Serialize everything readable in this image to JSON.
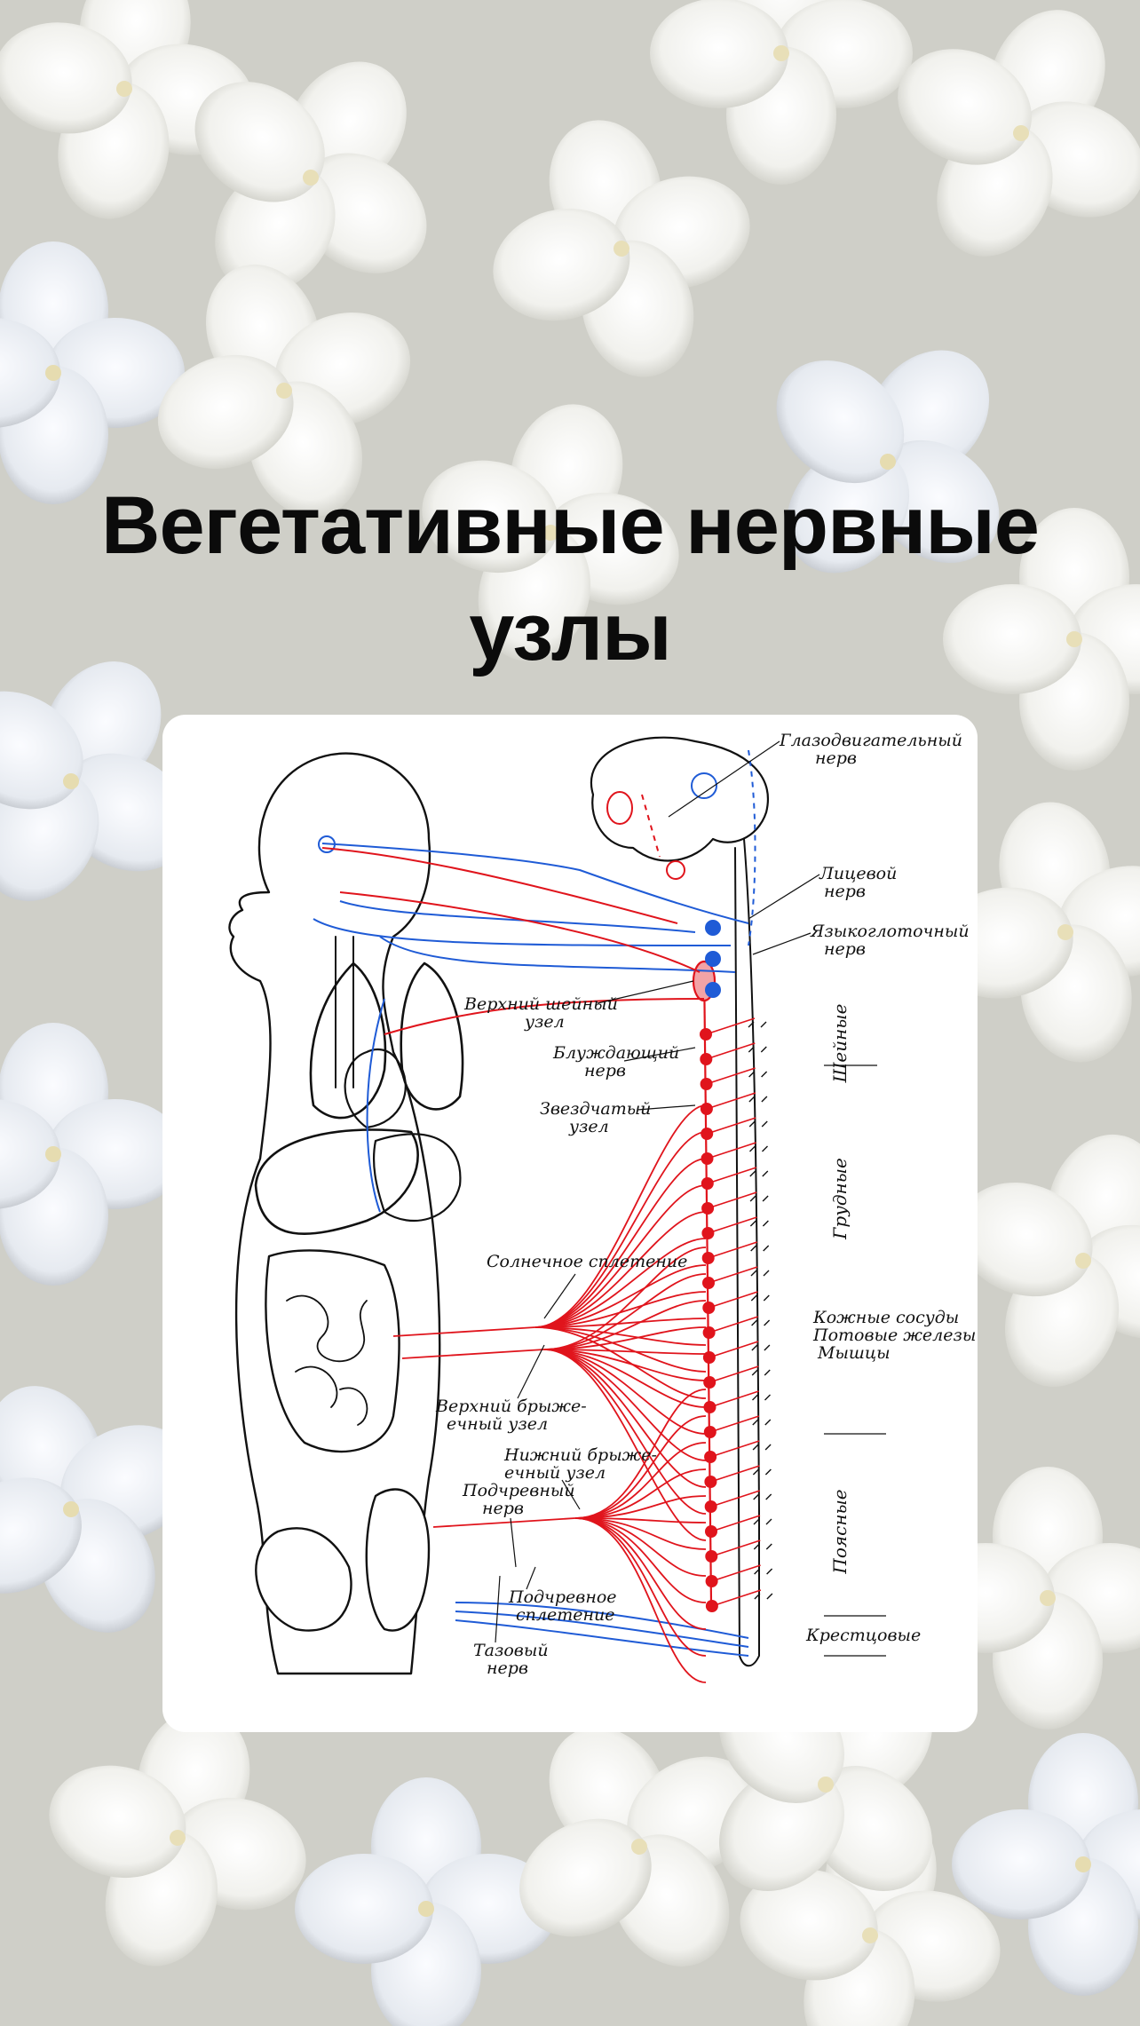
{
  "title": {
    "line1": "Вегетативные нервные",
    "line2": "узлы"
  },
  "diagram": {
    "labels": {
      "oculomotor_1": "Глазодвигательный",
      "oculomotor_2": "нерв",
      "facial_1": "Лицевой",
      "facial_2": "нерв",
      "glosso_1": "Языкоглоточный",
      "glosso_2": "нерв",
      "sup_cerv_1": "Верхний шейный",
      "sup_cerv_2": "узел",
      "vagus_1": "Блуждающий",
      "vagus_2": "нерв",
      "stellate_1": "Звездчатый",
      "stellate_2": "узел",
      "solar": "Солнечное сплетение",
      "sup_mes_1": "Верхний брыже-",
      "sup_mes_2": "ечный узел",
      "inf_mes_1": "Нижний брыже-",
      "inf_mes_2": "ечный узел",
      "hypogastric_nerve_1": "Подчревный",
      "hypogastric_nerve_2": "нерв",
      "hypogastric_plexus_1": "Подчревное",
      "hypogastric_plexus_2": "сплетение",
      "pelvic_1": "Тазовый",
      "pelvic_2": "нерв",
      "skin_1": "Кожные сосуды",
      "skin_2": "Потовые железы",
      "skin_3": "Мышцы",
      "cervical": "Шейные",
      "thoracic": "Грудные",
      "lumbar": "Поясные",
      "sacral": "Крестцовые"
    },
    "colors": {
      "sympathetic": "#e0141c",
      "parasympathetic": "#1f5bd6",
      "outline": "#111111"
    }
  }
}
